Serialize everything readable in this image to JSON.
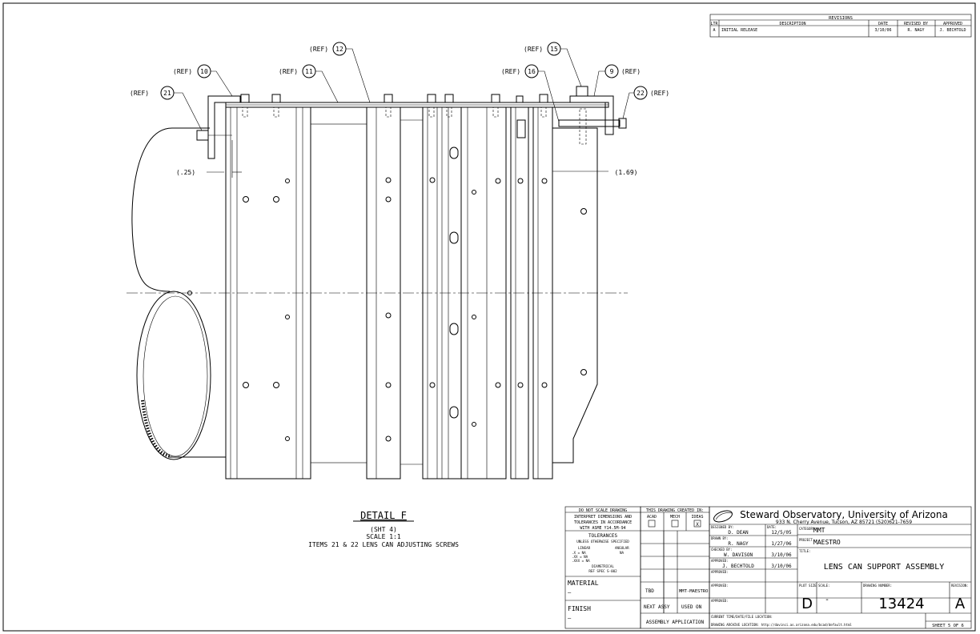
{
  "revisions": {
    "title": "REVISIONS",
    "headers": [
      "LTR",
      "DESCRIPTION",
      "DATE",
      "REVISED BY",
      "APPROVED"
    ],
    "rows": [
      [
        "A",
        "INITIAL RELEASE",
        "3/10/06",
        "R. NAGY",
        "J. BECHTOLD"
      ]
    ]
  },
  "callouts": [
    {
      "ref": "(REF)",
      "num": "21"
    },
    {
      "ref": "(REF)",
      "num": "10"
    },
    {
      "ref": "(REF)",
      "num": "11"
    },
    {
      "ref": "(REF)",
      "num": "12"
    },
    {
      "ref": "(REF)",
      "num": "16"
    },
    {
      "ref": "(REF)",
      "num": "15"
    },
    {
      "ref": "(REF)",
      "num": "9"
    },
    {
      "ref": "(REF)",
      "num": "22"
    }
  ],
  "dimensions": {
    "left": "(.25)",
    "right": "(1.69)"
  },
  "detail": {
    "title": "DETAIL F",
    "sheet": "(SHT 4)",
    "scale": "SCALE 1:1",
    "note": "ITEMS 21 & 22 LENS CAN ADJUSTING SCREWS"
  },
  "tolerance_block": {
    "l1": "DO NOT SCALE DRAWING",
    "l2": "INTERPRET DIMENSIONS AND",
    "l3": "TOLERANCES IN ACCORDANCE",
    "l4": "WITH ASME Y14.5M-94",
    "l5": "TOLERANCES",
    "l6": "UNLESS OTHERWISE SPECIFIED",
    "l7a": "LINEAR",
    "l7b": "ANGULAR",
    "l8a": ".X   = NA",
    "l8b": "NA",
    "l9": ".XX  = NA",
    "l10": ".XXX = NA",
    "l11": "DIAMETRICAL",
    "l12": "REF SPEC S-002",
    "material_label": "MATERIAL",
    "material_value": "—",
    "finish_label": "FINISH",
    "finish_value": "—"
  },
  "created_in": {
    "title": "THIS DRAWING CREATED IN:",
    "options": [
      "ACAD",
      "MECH",
      "IDEAS"
    ],
    "mark": "X"
  },
  "application": {
    "tbd": "TBD",
    "project_code": "MMT-MAESTRO",
    "next_assy": "NEXT ASSY",
    "used_on": "USED ON",
    "label": "ASSEMBLY APPLICATION"
  },
  "title_block": {
    "org": "Steward Observatory, University of Arizona",
    "address": "933 N. Cherry Avenue, Tucson, AZ  85721   (520)621-7659",
    "designed_label": "DESIGNED BY:",
    "designed_by": "D. DEAN",
    "date_label": "DATE:",
    "designed_date": "12/5/05",
    "drawn_label": "DRAWN BY:",
    "drawn_by": "R. NAGY",
    "drawn_date": "1/27/06",
    "checked_label": "CHECKED BY:",
    "checked_by": "W. DAVISON",
    "checked_date": "3/10/06",
    "approved_label": "APPROVED:",
    "approved_by": "J. BECHTOLD",
    "approved_date": "3/10/06",
    "category_label": "CATEGORY:",
    "category": "MMT",
    "project_label": "PROJECT:",
    "project": "MAESTRO",
    "title_label": "TITLE:",
    "title": "LENS CAN SUPPORT ASSEMBLY",
    "plot_size_label": "PLOT SIZE",
    "plot_size": "D",
    "scale_label": "SCALE:",
    "scale": "-",
    "drawing_number_label": "DRAWING NUMBER:",
    "drawing_number": "13424",
    "revision_label": "REVISION:",
    "revision": "A",
    "current_time_label": "CURRENT TIME/DATE/FILE LOCATION:",
    "archive_label": "DRAWING ARCHIVE LOCATION: http://davinci.as.arizona.edu/bcad/default.html",
    "sheet": "SHEET 5 OF 6"
  }
}
